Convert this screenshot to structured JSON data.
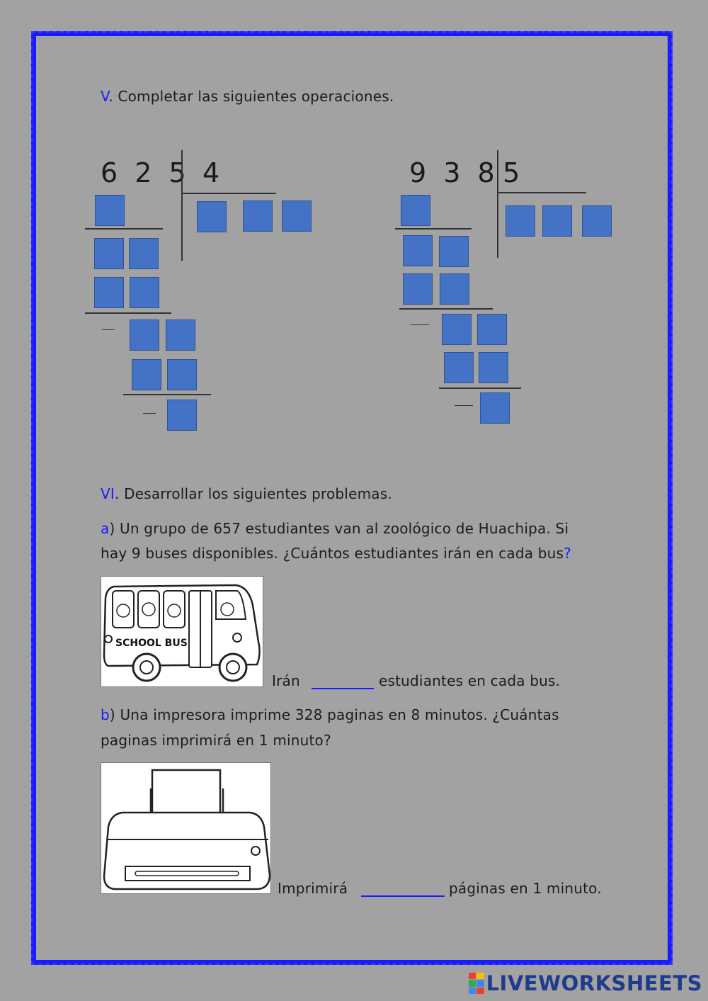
{
  "section5": {
    "prefix": "V",
    "title": ". Completar las siguientes operaciones.",
    "division1": {
      "dividend": "6 2 5",
      "divisor": "4"
    },
    "division2": {
      "dividend": "9 3 8",
      "divisor": "5"
    },
    "minus": "—"
  },
  "section6": {
    "prefix": "VI",
    "title": ". Desarrollar los siguientes problemas."
  },
  "problem_a": {
    "letter": "a",
    "line1": ") Un grupo de 657 estudiantes van al zoológico de Huachipa. Si",
    "line2": "hay 9 buses disponibles. ¿Cuántos estudiantes irán en cada bus",
    "qmark": "?",
    "bus_label": "SCHOOL BUS",
    "answer_pre": "Irán",
    "answer_post": "estudiantes en cada bus."
  },
  "problem_b": {
    "letter": "b",
    "line1": ") Una impresora imprime 328 paginas en 8 minutos. ¿Cuántas",
    "line2": "paginas imprimirá en 1 minuto?",
    "answer_pre": "Imprimirá",
    "answer_post": "páginas en 1 minuto."
  },
  "footer": {
    "logo_text": "LIVEWORKSHEETS"
  },
  "colors": {
    "page": "#a2a2a2",
    "border": "#1a1aff",
    "box": "#4472c4",
    "accent": "#1a1aff"
  }
}
